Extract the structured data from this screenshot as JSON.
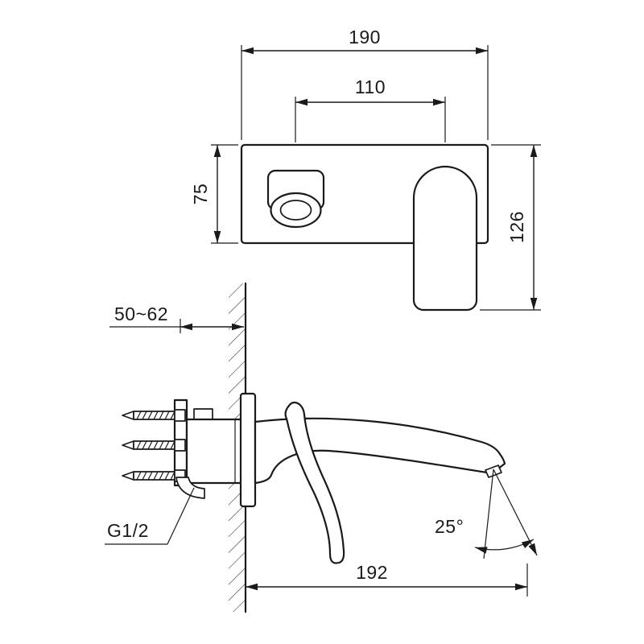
{
  "front_view": {
    "width_total": "190",
    "spout_to_handle": "110",
    "plate_height": "75",
    "overall_height": "126"
  },
  "side_view": {
    "mounting_depth": "50~62",
    "inlet_thread": "G1/2",
    "spout_reach": "192",
    "spray_angle": "25°"
  },
  "colors": {
    "line": "#1a1a1a",
    "background": "#ffffff"
  }
}
